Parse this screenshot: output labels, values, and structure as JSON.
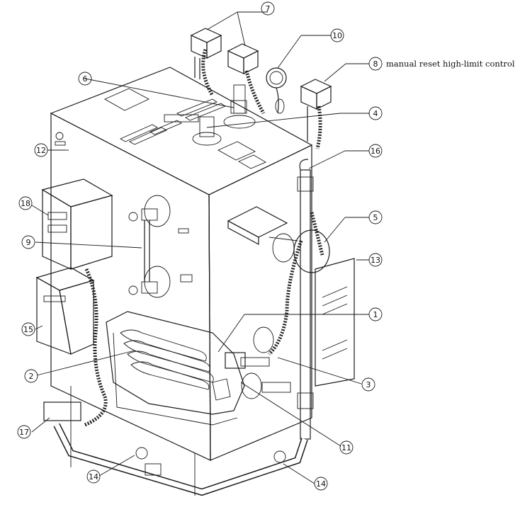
{
  "callouts": [
    {
      "number": "1"
    },
    {
      "number": "2"
    },
    {
      "number": "3"
    },
    {
      "number": "4"
    },
    {
      "number": "5"
    },
    {
      "number": "6"
    },
    {
      "number": "7"
    },
    {
      "number": "8"
    },
    {
      "number": "9"
    },
    {
      "number": "10"
    },
    {
      "number": "11"
    },
    {
      "number": "12"
    },
    {
      "number": "13"
    },
    {
      "number": "14"
    },
    {
      "number": "14"
    },
    {
      "number": "15"
    },
    {
      "number": "16"
    },
    {
      "number": "17"
    },
    {
      "number": "18"
    }
  ],
  "labels": {
    "manual_reset": "manual reset high-limit control"
  }
}
